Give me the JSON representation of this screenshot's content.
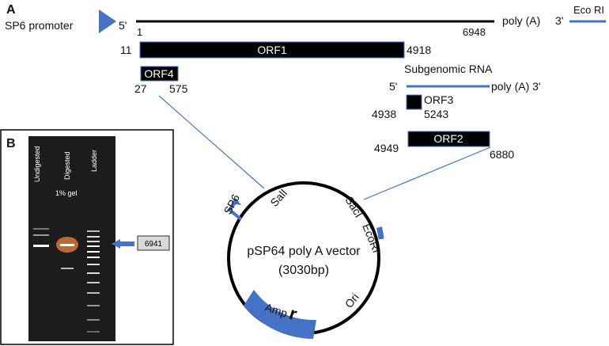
{
  "panels": {
    "a": "A",
    "b": "B"
  },
  "genome": {
    "promoter_label": "SP6 promoter",
    "five_prime": "5'",
    "start": "1",
    "end": "6948",
    "polya": "poly (A)",
    "three_prime": "3'",
    "ecori": "Eco RI"
  },
  "orfs": [
    {
      "id": "orf1",
      "name": "ORF1",
      "start": "11",
      "end": "4918"
    },
    {
      "id": "orf4",
      "name": "ORF4",
      "start": "27",
      "end": "575"
    },
    {
      "id": "orf3",
      "name": "ORF3",
      "start": "4938",
      "end": "5243"
    },
    {
      "id": "orf2",
      "name": "ORF2",
      "start": "4949",
      "end": "6880"
    }
  ],
  "subgenomic": {
    "title": "Subgenomic RNA",
    "five_prime": "5'",
    "polya": "poly (A) 3'"
  },
  "vector": {
    "name": "pSP64 poly A vector",
    "size": "(3030bp)",
    "sp6": "SP6",
    "sali": "SalI",
    "saci": "SacI",
    "ecori": "EcoRI",
    "amp": "Amp",
    "amp_sup": "r",
    "ori": "Ori"
  },
  "gel": {
    "lanes": [
      "Undigested",
      "Digested",
      "Ladder"
    ],
    "note": "1% gel",
    "band_label": "6941"
  },
  "colors": {
    "blue": "#4472c4",
    "black": "#000000",
    "gel_bg": "#1c1c1c",
    "highlight": "#d9773a",
    "label_box": "#d9d9d9"
  }
}
